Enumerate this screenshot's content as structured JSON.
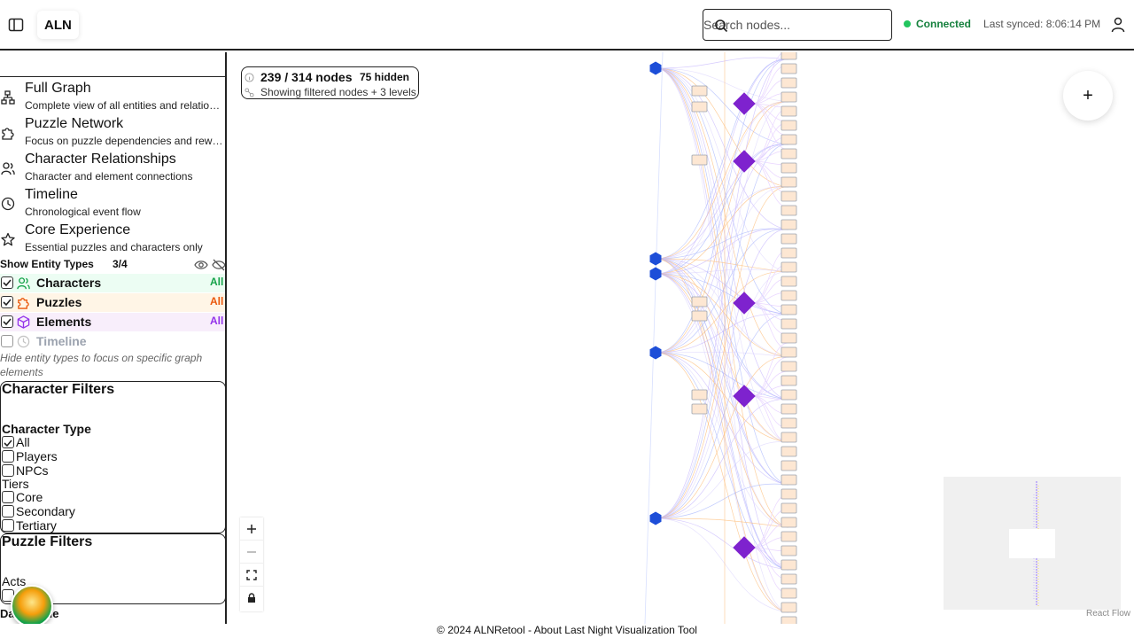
{
  "header": {
    "brand": "ALN",
    "search_placeholder": "Search nodes...",
    "status": "Connected",
    "last_synced": "Last synced: 8:06:14 PM"
  },
  "sidebar": {
    "views": [
      {
        "title": "Full Graph",
        "desc": "Complete view of all entities and relationships",
        "icon": "graph-icon"
      },
      {
        "title": "Puzzle Network",
        "desc": "Focus on puzzle dependencies and rewards",
        "icon": "puzzle-icon"
      },
      {
        "title": "Character Relationships",
        "desc": "Character and element connections",
        "icon": "users-icon"
      },
      {
        "title": "Timeline",
        "desc": "Chronological event flow",
        "icon": "clock-icon"
      },
      {
        "title": "Core Experience",
        "desc": "Essential puzzles and characters only",
        "icon": "star-icon"
      }
    ],
    "entity_types": {
      "title": "Show Entity Types",
      "count": "3/4",
      "items": [
        {
          "label": "Characters",
          "all": "All",
          "checked": true,
          "color": "#16a34a",
          "bg": "#ecfdf3"
        },
        {
          "label": "Puzzles",
          "all": "All",
          "checked": true,
          "color": "#ea580c",
          "bg": "#fff5e6"
        },
        {
          "label": "Elements",
          "all": "All",
          "checked": true,
          "color": "#9333ea",
          "bg": "#f8eefb"
        },
        {
          "label": "Timeline",
          "all": "",
          "checked": false,
          "color": "#9ca3af",
          "bg": "#ffffff"
        }
      ],
      "help": "Hide entity types to focus on specific graph elements"
    },
    "character_filters": {
      "title": "Character Filters",
      "type_label": "Character Type",
      "types": [
        {
          "label": "All",
          "checked": true
        },
        {
          "label": "Players",
          "checked": false
        },
        {
          "label": "NPCs",
          "checked": false
        }
      ],
      "tiers_label": "Tiers",
      "tiers": [
        {
          "label": "Core",
          "checked": false
        },
        {
          "label": "Secondary",
          "checked": false
        },
        {
          "label": "Tertiary",
          "checked": false
        }
      ]
    },
    "puzzle_filters": {
      "title": "Puzzle Filters",
      "acts_label": "Acts",
      "partial_label": "Dark Mode"
    }
  },
  "canvas": {
    "node_count": "239 / 314 nodes",
    "hidden": "75 hidden",
    "subtitle": "Showing filtered nodes + 3 levels",
    "add_button": "+",
    "attribution": "React Flow"
  },
  "footer": {
    "text": "© 2024 ALNRetool - About Last Night Visualization Tool"
  },
  "colors": {
    "character": "#1d4ed8",
    "element": "#7e22ce",
    "puzzle_fill": "#fde7d3",
    "connected": "#22c55e"
  }
}
